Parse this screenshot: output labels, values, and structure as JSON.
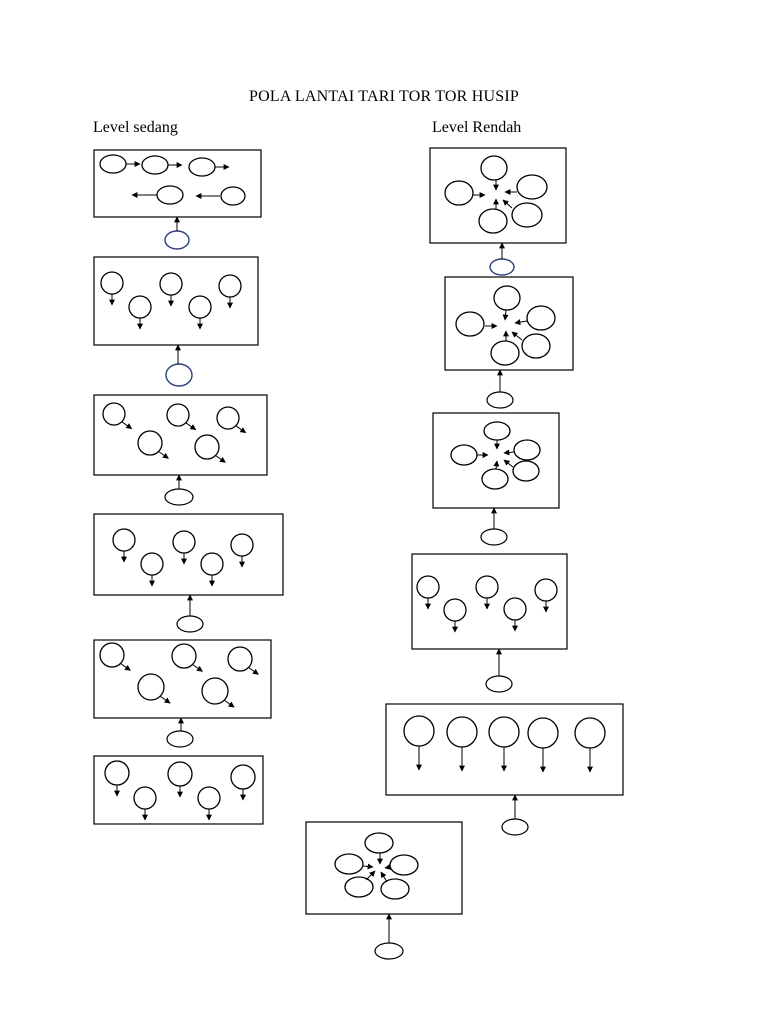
{
  "title": "POLA LANTAI TARI TOR TOR HUSIP",
  "columns": {
    "left_label": "Level sedang",
    "right_label": "Level Rendah"
  },
  "colors": {
    "line": "#000000",
    "connector_accent": "#2b3f7a",
    "background": "#ffffff"
  }
}
